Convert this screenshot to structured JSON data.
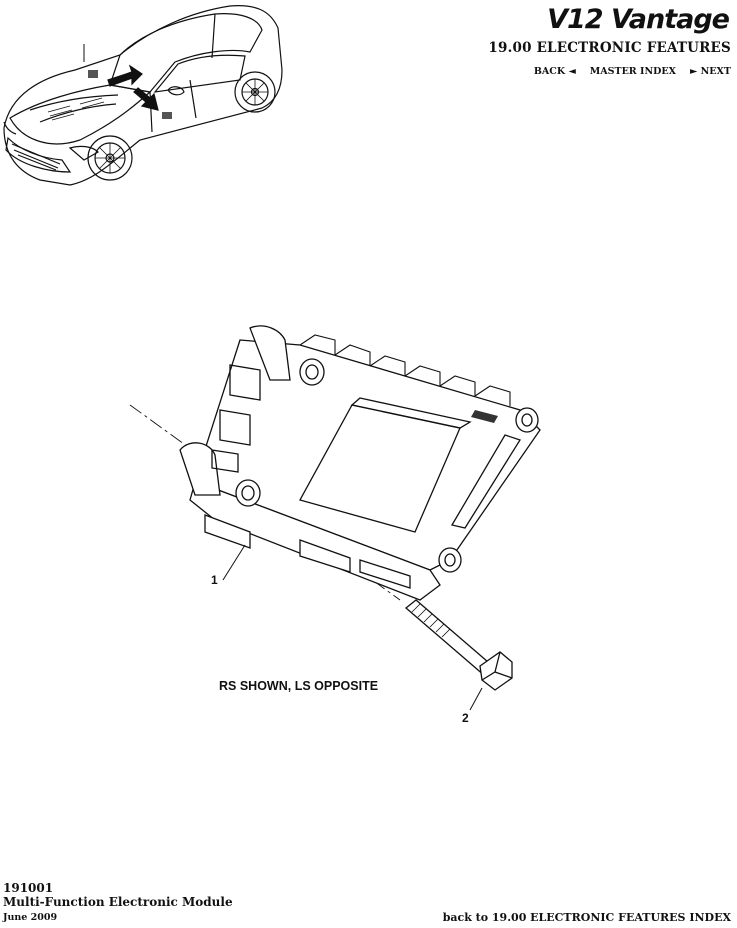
{
  "header": {
    "brand_logo_text": "V12 Vantage",
    "section_title": "19.00 ELECTRONIC FEATURES",
    "nav": {
      "back": "BACK",
      "master_index": "MASTER INDEX",
      "next": "NEXT"
    }
  },
  "diagram": {
    "callouts": [
      "1",
      "2"
    ],
    "note": "RS SHOWN, LS OPPOSITE"
  },
  "footer": {
    "code": "191001",
    "title": "Multi-Function Electronic Module",
    "date": "June 2009",
    "back_link": "back to 19.00 ELECTRONIC FEATURES INDEX"
  },
  "icons": [
    "triangle-left-icon",
    "triangle-right-icon"
  ],
  "colors": {
    "ink": "#111111",
    "background": "#ffffff"
  }
}
